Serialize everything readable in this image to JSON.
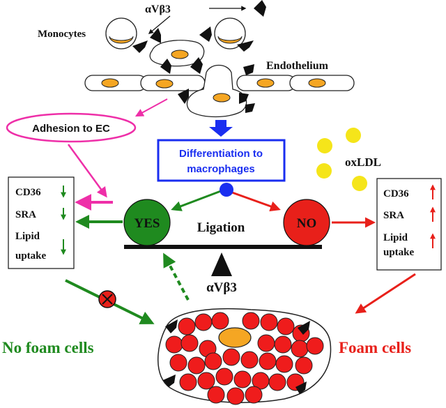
{
  "labels": {
    "monocytes": "Monocytes",
    "integrin_top": "αVβ3",
    "endothelium": "Endothelium",
    "adhesion": "Adhesion to EC",
    "differentiation_line1": "Differentiation to",
    "differentiation_line2": "macrophages",
    "oxldl": "oxLDL",
    "yes": "YES",
    "no": "NO",
    "ligation": "Ligation",
    "integrin_bottom": "αVβ3",
    "no_foam": "No foam cells",
    "foam": "Foam cells"
  },
  "left_box": {
    "items": [
      "CD36",
      "SRA",
      "Lipid",
      "uptake"
    ],
    "direction": "down",
    "arrow_color": "#1f8a1f"
  },
  "right_box": {
    "items": [
      "CD36",
      "SRA",
      "Lipid",
      "uptake"
    ],
    "direction": "up",
    "arrow_color": "#e8201a"
  },
  "colors": {
    "green": "#1f8a1f",
    "red": "#e8201a",
    "magenta": "#ee2fa8",
    "blue": "#1a2ef0",
    "nucleus_orange": "#f5a623",
    "oxldl_yellow": "#f5e51a",
    "lipid_red": "#ef1c1c"
  }
}
